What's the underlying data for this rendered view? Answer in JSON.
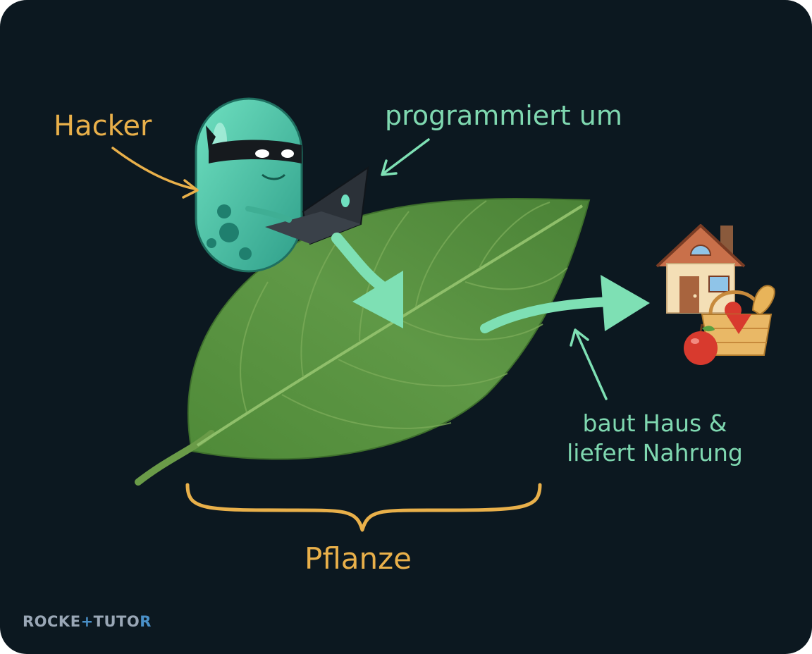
{
  "labels": {
    "hacker": "Hacker",
    "reprogram": "programmiert um",
    "builds_line1": "baut Haus &",
    "builds_line2": "liefert Nahrung",
    "plant": "Pflanze"
  },
  "brand": {
    "part1": "ROCKE",
    "part2": "+",
    "part3": "TUTO",
    "part4": "R"
  },
  "colors": {
    "background": "#0c1820",
    "label_orange": "#e9b04a",
    "label_mint": "#7fd8b0",
    "arrow_mint": "#7ee0b4",
    "leaf": "#5a8f3f",
    "bacterium": "#4fc6a6"
  }
}
